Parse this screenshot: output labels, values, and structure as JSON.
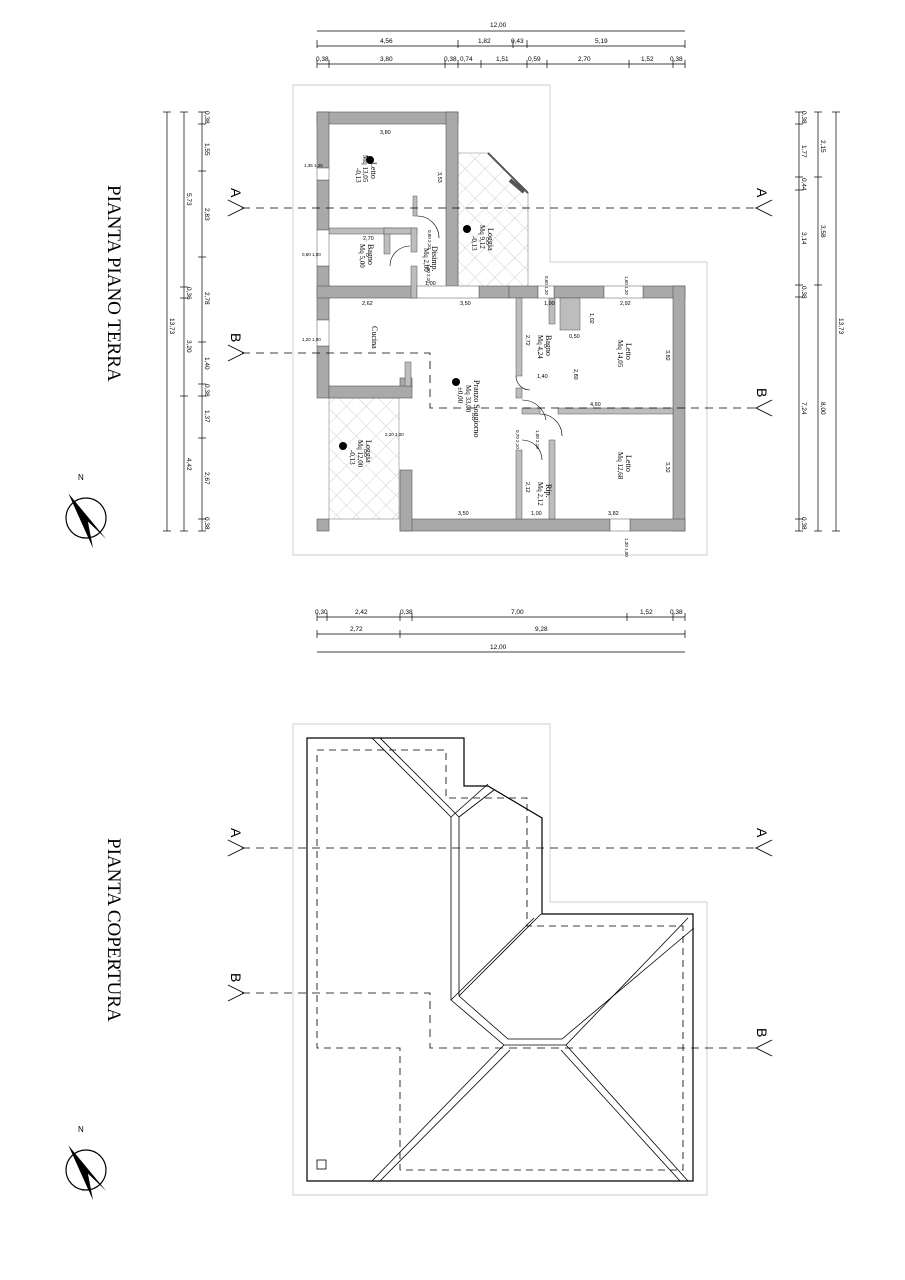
{
  "titles": {
    "ground_floor": "PIANTA PIANO TERRA",
    "roof": "PIANTA COPERTURA"
  },
  "north_label": "N",
  "sections": {
    "a": "A",
    "b": "B"
  },
  "dims_top": {
    "total": "12,00",
    "mid": [
      "4,56",
      "1,82",
      "0,43",
      "5,19"
    ],
    "detail": [
      "0,38",
      "3,80",
      "0,38",
      "0,74",
      "1,51",
      "0,59",
      "2,70",
      "1,52",
      "0,38"
    ]
  },
  "dims_bottom": {
    "detail": [
      "0,30",
      "2,42",
      "0,38",
      "7,00",
      "1,52",
      "0,38"
    ],
    "mid": [
      "2,72",
      "9,28"
    ],
    "total": "12,00"
  },
  "dims_left": {
    "total": "13,73",
    "mid": [
      "5,73",
      "0,36",
      "3,20",
      "4,42"
    ],
    "detail": [
      "0,38",
      "1,55",
      "2,83",
      "2,78",
      "1,40",
      "0,38",
      "1,37",
      "2,67",
      "0,38"
    ]
  },
  "dims_right": {
    "total": "13,73",
    "mid": [
      "2,15",
      "3,58",
      "8,00"
    ],
    "detail": [
      "0,38",
      "1,77",
      "0,44",
      "3,14",
      "0,38",
      "7,24",
      "0,38"
    ]
  },
  "rooms": {
    "letto1": {
      "name": "Letto",
      "area": "Mq 13,05",
      "level": "-0,13"
    },
    "loggia1": {
      "name": "Loggia",
      "area": "Mq 9,12",
      "level": "-0,13"
    },
    "bagno1": {
      "name": "Bagno",
      "area": "Mq 5,00"
    },
    "disimp": {
      "name": "Disimp.",
      "area": "Mq 2,00"
    },
    "cucina": {
      "name": "Cucina"
    },
    "pranzo": {
      "name": "Pranzo Soggiorno",
      "area": "Mq 33,00",
      "level": "±0,00"
    },
    "loggia2": {
      "name": "Loggia",
      "area": "Mq 12,00",
      "level": "-0,13"
    },
    "bagno2": {
      "name": "Bagno",
      "area": "Mq 4,24"
    },
    "letto2": {
      "name": "Letto",
      "area": "Mq 14,05"
    },
    "letto3": {
      "name": "Letto",
      "area": "Mq 12,68"
    },
    "rip": {
      "name": "Rip.",
      "area": "Mq 2,12"
    }
  },
  "inner_dims": {
    "letto1_w": "3,80",
    "letto1_d": "3,53",
    "bagno1_w": "2,70",
    "cucina_w": "2,62",
    "pranzo_w": "3,50",
    "bagno2_w": "1,90",
    "letto2_w": "2,92",
    "bagno2_d": "2,72",
    "letto2_d": "3,82",
    "bagno2_in": "1,40",
    "corr_w": "4,60",
    "letto3_d": "3,32",
    "rip_d": "2,12",
    "rip_w": "1,00",
    "loggia2_w": "3,50",
    "letto3_w": "3,82",
    "disimp_h": "1,00",
    "bagno_small": "0,50",
    "bagno_in2": "2,80",
    "bagno_in3": "1,02"
  },
  "openings": [
    "1,35 1,25",
    "0,60 1,00",
    "1,20 1,00",
    "2,20 1,00",
    "0,80 2,10",
    "1,00 2,10",
    "1,60 1,20",
    "0,60 1,20",
    "1,30 1,00",
    "1,00 2,10",
    "0,70 2,10"
  ]
}
